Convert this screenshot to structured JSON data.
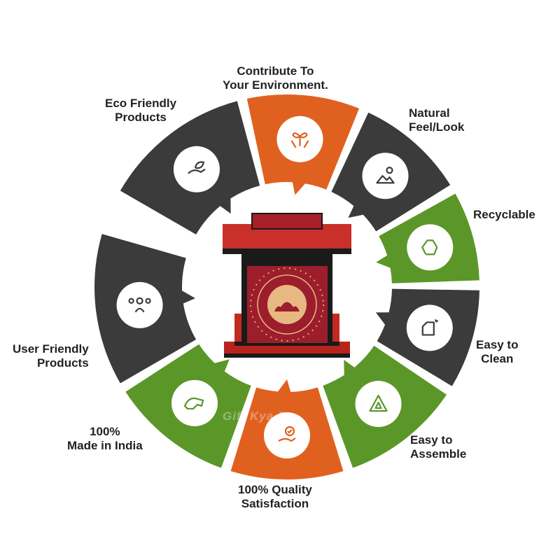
{
  "colors": {
    "dark": "#3b3b3b",
    "orange": "#e0611f",
    "green": "#5b9629"
  },
  "segments": [
    {
      "id": "eco-friendly",
      "label_lines": [
        "Eco Friendly",
        "Products"
      ],
      "color": "dark",
      "icon": "hand-leaf-icon",
      "start": 210,
      "end": 255
    },
    {
      "id": "contribute-environment",
      "label_lines": [
        "Contribute To",
        "Your Environment."
      ],
      "color": "orange",
      "icon": "hands-plant-icon",
      "start": 258,
      "end": 292
    },
    {
      "id": "natural-look",
      "label_lines": [
        "Natural",
        "Feel/Look"
      ],
      "color": "dark",
      "icon": "sun-mountain-icon",
      "start": 295,
      "end": 328
    },
    {
      "id": "recyclable",
      "label_lines": [
        "Recyclable"
      ],
      "color": "green",
      "icon": "recycle-icon",
      "start": 331,
      "end": 358
    },
    {
      "id": "easy-clean",
      "label_lines": [
        "Easy to",
        "Clean"
      ],
      "color": "dark",
      "icon": "hand-wipe-icon",
      "start": 1,
      "end": 31
    },
    {
      "id": "easy-assemble",
      "label_lines": [
        "Easy to",
        "Assemble"
      ],
      "color": "green",
      "icon": "assemble-triangle-icon",
      "start": 34,
      "end": 70
    },
    {
      "id": "quality",
      "label_lines": [
        "100% Quality",
        "Satisfaction"
      ],
      "color": "orange",
      "icon": "hand-badge-icon",
      "start": 73,
      "end": 107
    },
    {
      "id": "made-in-india",
      "label_lines": [
        "100%",
        "Made in India"
      ],
      "color": "green",
      "icon": "lion-icon",
      "start": 110,
      "end": 147
    },
    {
      "id": "user-friendly",
      "label_lines": [
        "User Friendly",
        "Products"
      ],
      "color": "dark",
      "icon": "user-network-icon",
      "start": 150,
      "end": 196
    }
  ],
  "watermark": "Gift Kya De"
}
